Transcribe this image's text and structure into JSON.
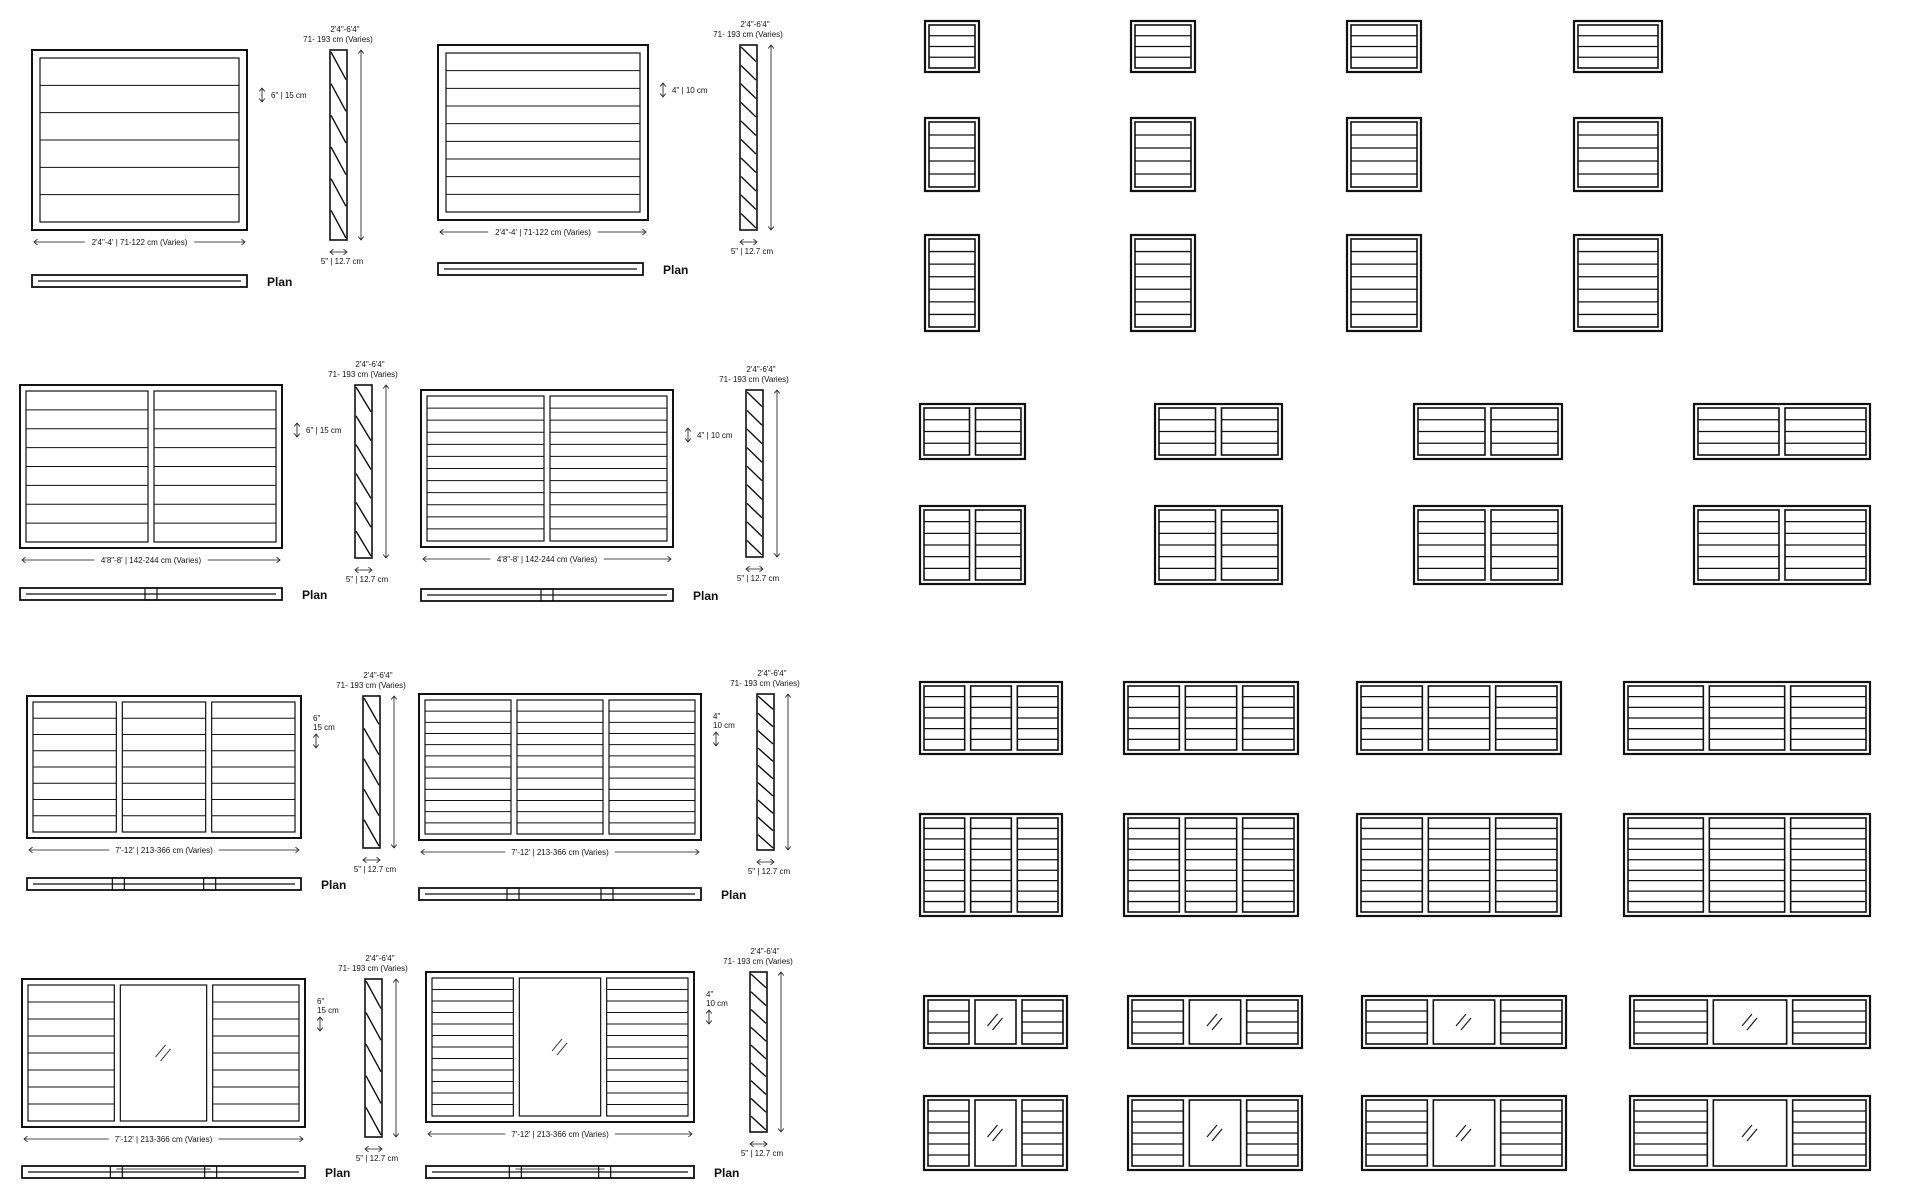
{
  "labels": {
    "height_range": "2'4\"-6'4\"",
    "height_range_cm": "71- 193 cm (Varies)",
    "depth": "5\" | 12.7 cm",
    "plan": "Plan",
    "louver_6": "6\" | 15 cm",
    "louver_4": "4\" | 10 cm",
    "louver_6_in": "6\"",
    "louver_6_cm": "15 cm",
    "louver_4_in": "4\"",
    "louver_4_cm": "10 cm",
    "width_single": "2'4\"-4' | 71-122 cm (Varies)",
    "width_double": "4'8\"-8' | 142-244 cm (Varies)",
    "width_triple": "7'-12' | 213-366 cm (Varies)"
  },
  "detailed_drawings": [
    {
      "panels": "single",
      "louver": "6 in",
      "slats_per_panel": 6
    },
    {
      "panels": "single",
      "louver": "4 in",
      "slats_per_panel": 9
    },
    {
      "panels": "double",
      "louver": "6 in",
      "slats_per_panel": 8
    },
    {
      "panels": "double",
      "louver": "4 in",
      "slats_per_panel": 12
    },
    {
      "panels": "triple",
      "louver": "6 in",
      "slats_per_panel": 8
    },
    {
      "panels": "triple",
      "louver": "4 in",
      "slats_per_panel": 12
    },
    {
      "panels": "triple-center-glass",
      "louver": "6 in",
      "slats_per_panel": 8
    },
    {
      "panels": "triple-center-glass",
      "louver": "4 in",
      "slats_per_panel": 12
    }
  ],
  "elevation_grid": {
    "single_panel_rows": 3,
    "double_panel_rows": 2,
    "triple_panel_rows": 2,
    "glass_center_rows": 2,
    "columns": 4
  },
  "colors": {
    "line": "#111111",
    "background": "#ffffff"
  }
}
